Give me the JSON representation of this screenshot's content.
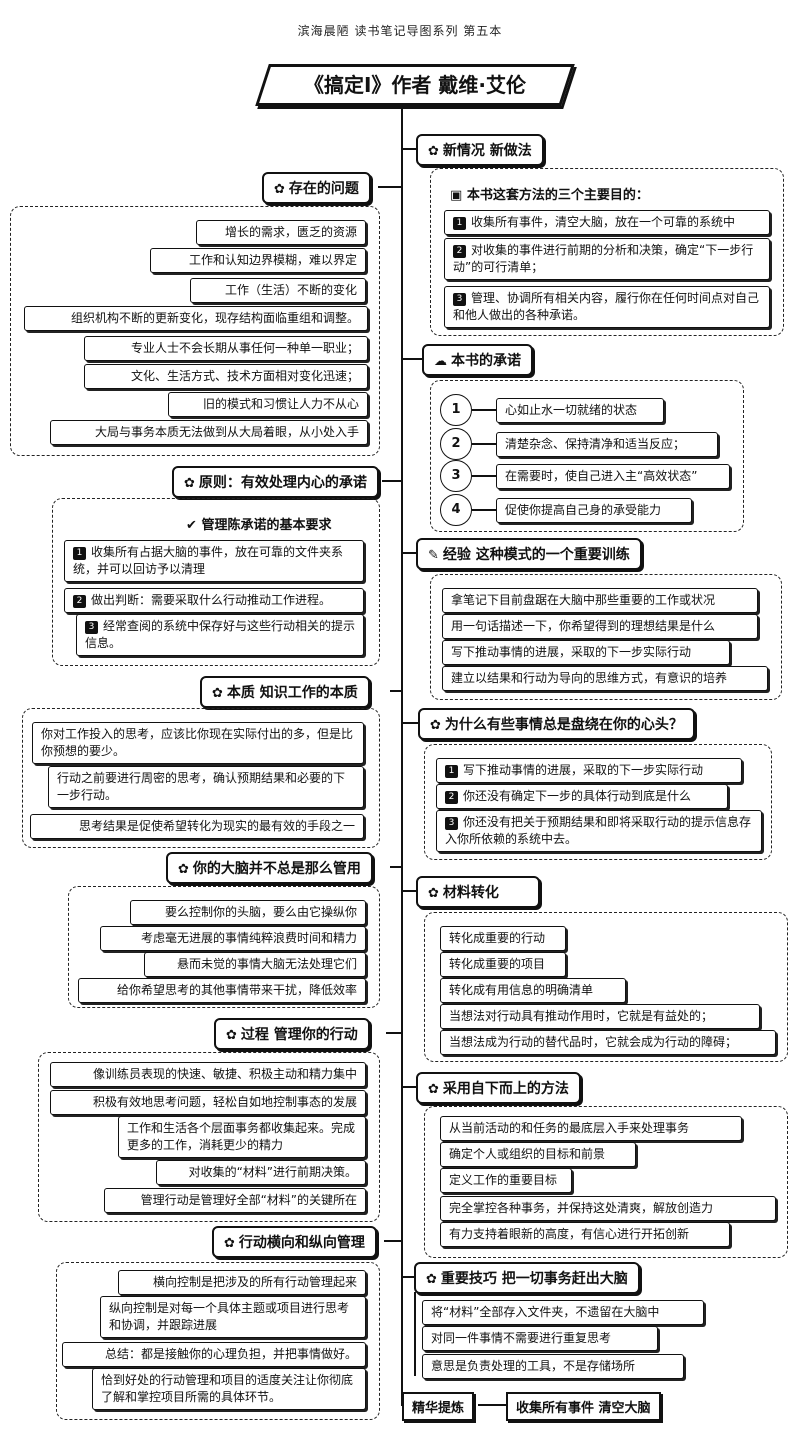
{
  "header": "滨海晨陋 读书笔记导图系列    第五本",
  "title": "《搞定I》作者 戴维·艾伦",
  "left": {
    "s1": {
      "title": "存在的问题",
      "items": [
        "增长的需求，匮乏的资源",
        "工作和认知边界模糊，难以界定",
        "工作（生活）不断的变化",
        "组织机构不断的更新变化，现存结构面临重组和调整。",
        "专业人士不会长期从事任何一种单一职业；",
        "文化、生活方式、技术方面相对变化迅速；",
        "旧的模式和习惯让人力不从心",
        "大局与事务本质无法做到从大局着眼，从小处入手"
      ]
    },
    "s2": {
      "title": "原则：有效处理内心的承诺",
      "heading": "管理陈承诺的基本要求",
      "items": [
        "收集所有占据大脑的事件，放在可靠的文件夹系统，并可以回访予以清理",
        "做出判断：需要采取什么行动推动工作进程。",
        "经常查阅的系统中保存好与这些行动相关的提示信息。"
      ]
    },
    "s3": {
      "title": "本质  知识工作的本质",
      "items": [
        "你对工作投入的思考，应该比你现在实际付出的多，但是比你预想的要少。",
        "行动之前要进行周密的思考，确认预期结果和必要的下一步行动。",
        "思考结果是促使希望转化为现实的最有效的手段之一"
      ]
    },
    "s4": {
      "title": "你的大脑并不总是那么管用",
      "items": [
        "要么控制你的头脑，要么由它操纵你",
        "考虑毫无进展的事情纯粹浪费时间和精力",
        "悬而未觉的事情大脑无法处理它们",
        "给你希望思考的其他事情带来干扰，降低效率"
      ]
    },
    "s5": {
      "title": "过程  管理你的行动",
      "items": [
        "像训练员表现的快速、敏捷、积极主动和精力集中",
        "积极有效地思考问题，轻松自如地控制事态的发展",
        "工作和生活各个层面事务都收集起来。完成更多的工作，消耗更少的精力",
        "对收集的“材料”进行前期决策。",
        "管理行动是管理好全部“材料”的关键所在"
      ]
    },
    "s6": {
      "title": "行动横向和纵向管理",
      "items": [
        "横向控制是把涉及的所有行动管理起来",
        "纵向控制是对每一个具体主题或项目进行思考和协调，并跟踪进展",
        "总结：都是接触你的心理负担，并把事情做好。",
        "恰到好处的行动管理和项目的适度关注让你彻底了解和掌控项目所需的具体环节。"
      ]
    }
  },
  "right": {
    "r1": {
      "title": "新情况  新做法",
      "heading": "本书这套方法的三个主要目的：",
      "items": [
        "收集所有事件，清空大脑，放在一个可靠的系统中",
        "对收集的事件进行前期的分析和决策，确定“下一步行动”的可行清单；",
        "管理、协调所有相关内容，履行你在任何时间点对自己和他人做出的各种承诺。"
      ]
    },
    "r2": {
      "title": "本书的承诺",
      "nums": [
        "1",
        "2",
        "3",
        "4"
      ],
      "items": [
        "心如止水一切就绪的状态",
        "清楚杂念、保持清净和适当反应；",
        "在需要时，使自己进入主“高效状态”",
        "促使你提高自己身的承受能力"
      ]
    },
    "r3": {
      "title": "经验  这种模式的一个重要训练",
      "items": [
        "拿笔记下目前盘踞在大脑中那些重要的工作或状况",
        "用一句话描述一下，你希望得到的理想结果是什么",
        "写下推动事情的进展，采取的下一步实际行动",
        "建立以结果和行动为导向的思维方式，有意识的培养"
      ]
    },
    "r4": {
      "title": "为什么有些事情总是盘绕在你的心头？",
      "items": [
        "写下推动事情的进展，采取的下一步实际行动",
        "你还没有确定下一步的具体行动到底是什么",
        "你还没有把关于预期结果和即将采取行动的提示信息存入你所依赖的系统中去。"
      ]
    },
    "r5": {
      "title": "材料转化",
      "items": [
        "转化成重要的行动",
        "转化成重要的项目",
        "转化成有用信息的明确清单",
        "当想法对行动具有推动作用时，它就是有益处的；",
        "当想法成为行动的替代品时，它就会成为行动的障碍；"
      ]
    },
    "r6": {
      "title": "采用自下而上的方法",
      "items": [
        "从当前活动的和任务的最底层入手来处理事务",
        "确定个人或组织的目标和前景",
        "定义工作的重要目标",
        "完全掌控各种事务，并保持这处清爽，解放创造力",
        "有力支持着眼新的高度，有信心进行开拓创新"
      ]
    },
    "r7": {
      "title": "重要技巧  把一切事务赶出大脑",
      "items": [
        "将“材料”全部存入文件夹，不遗留在大脑中",
        "对同一件事情不需要进行重复思考",
        "意思是负责处理的工具，不是存储场所"
      ]
    }
  },
  "bottom": {
    "label": "精华提炼",
    "value": "收集所有事件  清空大脑"
  }
}
